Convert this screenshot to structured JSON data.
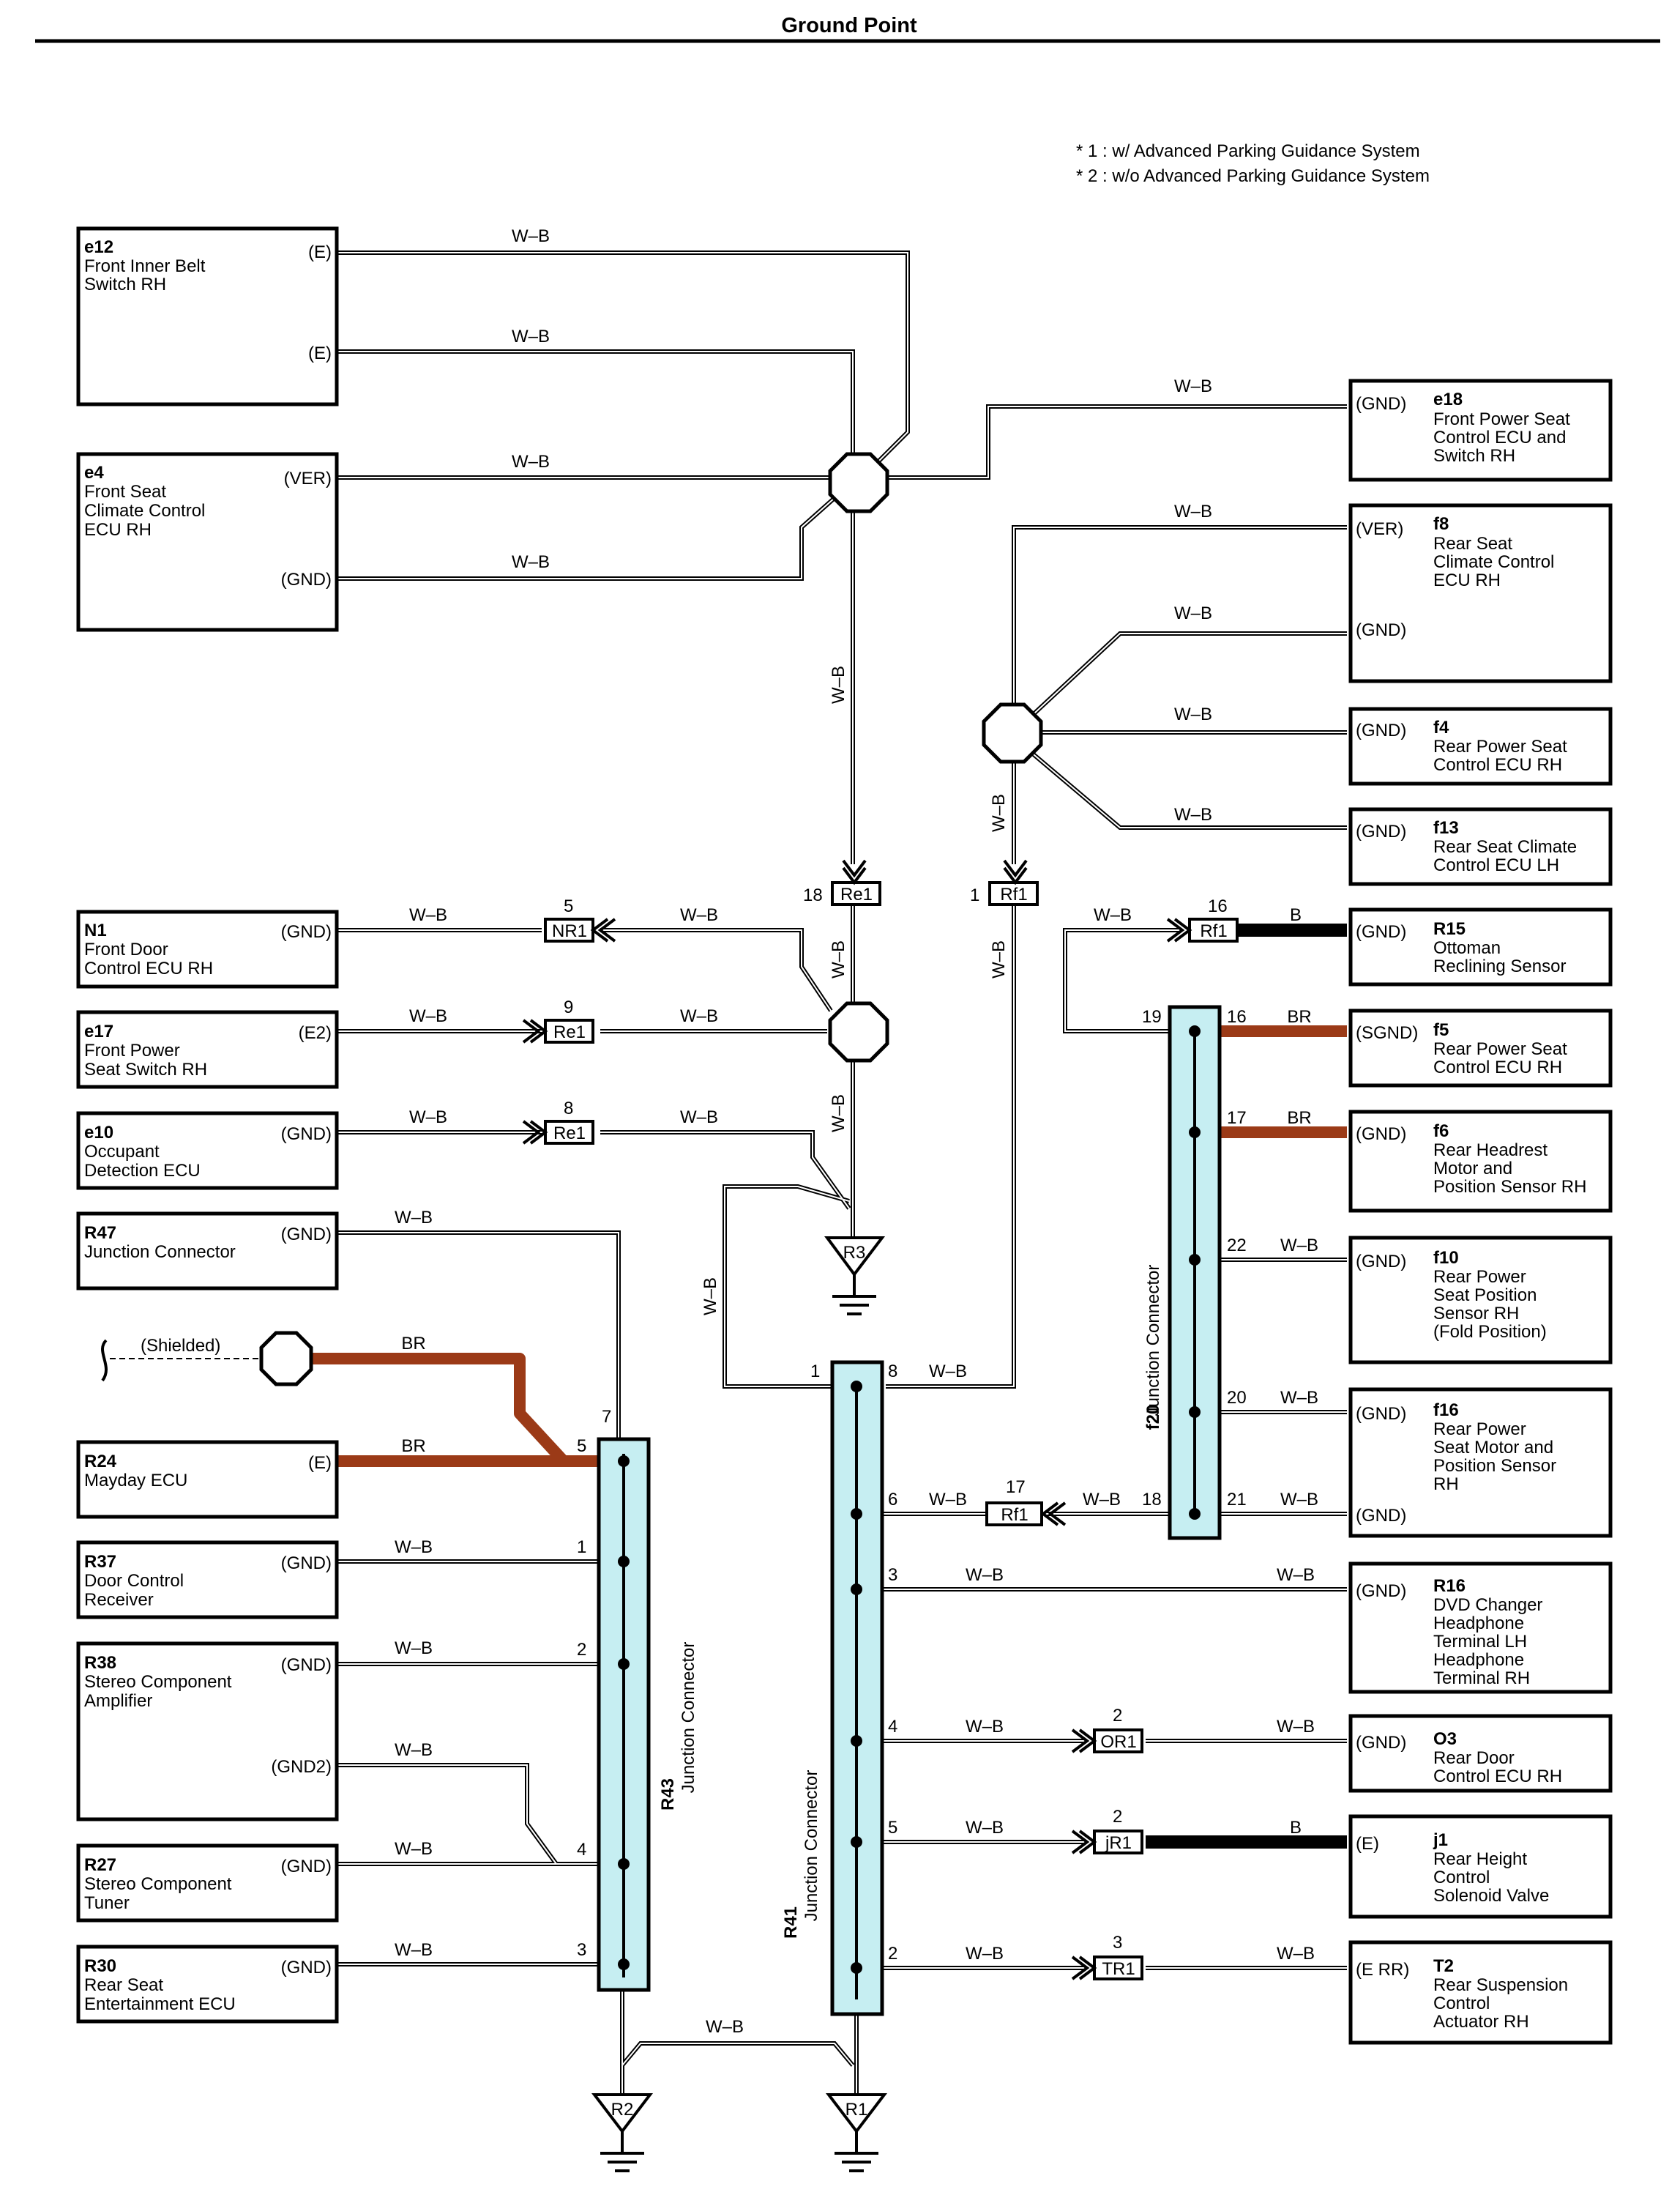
{
  "title": "Ground Point",
  "notes": [
    "* 1 : w/ Advanced Parking Guidance System",
    "* 2 : w/o Advanced Parking Guidance System"
  ],
  "wire": "W–B",
  "br": "BR",
  "blk": "B",
  "shielded": "(Shielded)",
  "left": {
    "e12": {
      "id": "e12",
      "l1": "Front Inner Belt",
      "l2": "Switch RH",
      "p1": "(E)",
      "p2": "(E)"
    },
    "e4": {
      "id": "e4",
      "l1": "Front Seat",
      "l2": "Climate Control",
      "l3": "ECU RH",
      "p1": "(VER)",
      "p2": "(GND)"
    },
    "N1": {
      "id": "N1",
      "l1": "Front Door",
      "l2": "Control ECU RH",
      "p": "(GND)"
    },
    "e17": {
      "id": "e17",
      "l1": "Front Power",
      "l2": "Seat Switch RH",
      "p": "(E2)"
    },
    "e10": {
      "id": "e10",
      "l1": "Occupant",
      "l2": "Detection ECU",
      "p": "(GND)"
    },
    "R47": {
      "id": "R47",
      "l1": "Junction Connector",
      "p": "(GND)"
    },
    "R24": {
      "id": "R24",
      "l1": "Mayday ECU",
      "p": "(E)"
    },
    "R37": {
      "id": "R37",
      "l1": "Door Control",
      "l2": "Receiver",
      "p": "(GND)"
    },
    "R38": {
      "id": "R38",
      "l1": "Stereo Component",
      "l2": "Amplifier",
      "p1": "(GND)",
      "p2": "(GND2)"
    },
    "R27": {
      "id": "R27",
      "l1": "Stereo Component",
      "l2": "Tuner",
      "p": "(GND)"
    },
    "R30": {
      "id": "R30",
      "l1": "Rear Seat",
      "l2": "Entertainment ECU",
      "p": "(GND)"
    }
  },
  "right": {
    "e18": {
      "id": "e18",
      "l1": "Front Power Seat",
      "l2": "Control ECU and",
      "l3": "Switch RH",
      "p": "(GND)"
    },
    "f8": {
      "id": "f8",
      "l1": "Rear Seat",
      "l2": "Climate Control",
      "l3": "ECU RH",
      "p1": "(VER)",
      "p2": "(GND)"
    },
    "f4": {
      "id": "f4",
      "l1": "Rear Power Seat",
      "l2": "Control ECU RH",
      "p": "(GND)"
    },
    "f13": {
      "id": "f13",
      "l1": "Rear Seat Climate",
      "l2": "Control ECU LH",
      "p": "(GND)"
    },
    "R15": {
      "id": "R15",
      "l1": "Ottoman",
      "l2": "Reclining Sensor",
      "p": "(GND)"
    },
    "f5": {
      "id": "f5",
      "l1": "Rear Power Seat",
      "l2": "Control ECU RH",
      "p": "(SGND)"
    },
    "f6": {
      "id": "f6",
      "l1": "Rear Headrest",
      "l2": "Motor and",
      "l3": "Position Sensor RH",
      "p": "(GND)"
    },
    "f10": {
      "id": "f10",
      "l1": "Rear Power",
      "l2": "Seat Position",
      "l3": "Sensor RH",
      "l4": "(Fold Position)",
      "p": "(GND)"
    },
    "f16": {
      "id": "f16",
      "l1": "Rear Power",
      "l2": "Seat Motor and",
      "l3": "Position Sensor",
      "l4": "RH",
      "p1": "(GND)",
      "p2": "(GND)"
    },
    "R16": {
      "id": "R16",
      "l1": "DVD Changer",
      "l2": "Headphone",
      "l3": "Terminal LH",
      "l4": "Headphone",
      "l5": "Terminal RH",
      "p": "(GND)"
    },
    "O3": {
      "id": "O3",
      "l1": "Rear Door",
      "l2": "Control ECU RH",
      "p": "(GND)"
    },
    "j1": {
      "id": "j1",
      "l1": "Rear Height",
      "l2": "Control",
      "l3": "Solenoid Valve",
      "p": "(E)"
    },
    "T2": {
      "id": "T2",
      "l1": "Rear Suspension",
      "l2": "Control",
      "l3": "Actuator RH",
      "p": "(E RR)"
    }
  },
  "connectors": {
    "Re1": "Re1",
    "Rf1": "Rf1",
    "NR1": "NR1",
    "OR1": "OR1",
    "jR1": "jR1",
    "TR1": "TR1"
  },
  "grounds": {
    "R3": "R3",
    "R2": "R2",
    "R1": "R1"
  },
  "junctions": {
    "R43": {
      "id": "R43",
      "name": "Junction Connector"
    },
    "R41": {
      "id": "R41",
      "name": "Junction Connector"
    },
    "f20": {
      "id": "f20",
      "name": "Junction Connector"
    }
  },
  "pins": {
    "re1_top": "18",
    "rf1_top": "1",
    "nr1": "5",
    "re1_b": "9",
    "re1_c": "8",
    "rf1_b": "16",
    "r43_7": "7",
    "r43_5": "5",
    "r43_1": "1",
    "r43_2": "2",
    "r43_4": "4",
    "r43_3": "3",
    "r41_1": "1",
    "r41_8": "8",
    "r41_6": "6",
    "r41_3": "3",
    "r41_4": "4",
    "r41_5": "5",
    "r41_2": "2",
    "f20_19": "19",
    "f20_16": "16",
    "f20_17": "17",
    "f20_22": "22",
    "f20_20": "20",
    "f20_21": "21",
    "f20_18": "18",
    "rf1_17": "17",
    "or1": "2",
    "jr1": "2",
    "tr1": "3"
  },
  "colors": {
    "wire": "#000000",
    "brown": "#9b3a17",
    "junction_fill": "#c6eef2"
  }
}
